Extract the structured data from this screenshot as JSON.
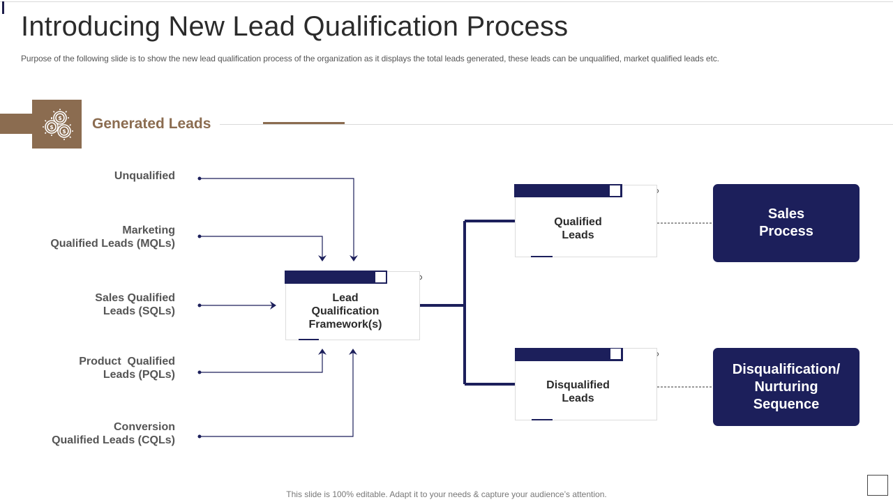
{
  "slide": {
    "title": "Introducing New Lead Qualification Process",
    "subtitle": "Purpose of the following slide is to show the new lead qualification process of the organization as it displays the total leads generated, these leads can be unqualified, market qualified leads etc.",
    "footer": "This slide is 100% editable. Adapt it to your needs & capture your audience’s attention."
  },
  "section": {
    "label": "Generated Leads",
    "icon": "coins-gears-icon",
    "color": "#8b6c50"
  },
  "lead_types": [
    {
      "lines": [
        "Unqualified"
      ]
    },
    {
      "lines": [
        "Marketing",
        "Qualified Leads (MQLs)"
      ]
    },
    {
      "lines": [
        "Sales Qualified",
        "Leads (SQLs)"
      ]
    },
    {
      "lines": [
        "Product  Qualified",
        "Leads (PQLs)"
      ]
    },
    {
      "lines": [
        "Conversion",
        "Qualified Leads (CQLs)"
      ]
    }
  ],
  "framework": {
    "lines": [
      "Lead",
      "Qualification",
      "Framework(s)"
    ]
  },
  "results": [
    {
      "lines": [
        "Qualified",
        "Leads"
      ]
    },
    {
      "lines": [
        "Disqualified",
        "Leads"
      ]
    }
  ],
  "outcomes": [
    {
      "lines": [
        "Sales",
        "Process"
      ]
    },
    {
      "lines": [
        "Disqualification/",
        "Nurturing",
        "Sequence"
      ]
    }
  ],
  "colors": {
    "navy": "#1c1f5b",
    "brown": "#8b6c50"
  }
}
